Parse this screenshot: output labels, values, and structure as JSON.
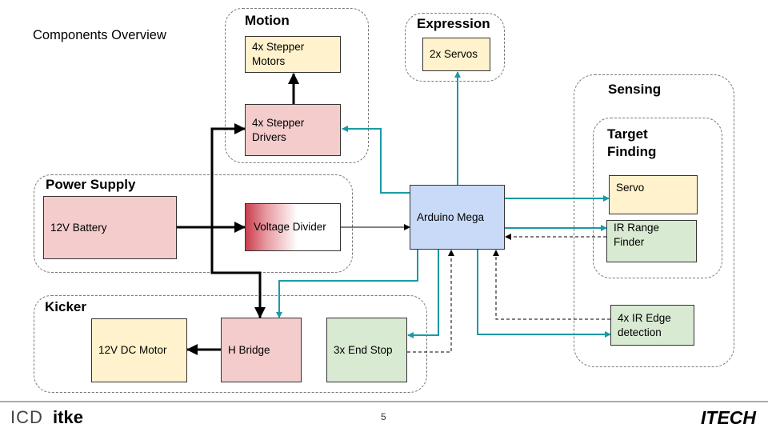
{
  "slide": {
    "title": "Components Overview",
    "page_number": "5"
  },
  "groups": {
    "motion": "Motion",
    "expression": "Expression",
    "sensing": "Sensing",
    "target_finding": "Target Finding",
    "power_supply": "Power Supply",
    "kicker": "Kicker"
  },
  "nodes": {
    "stepper_motors": "4x Stepper Motors",
    "stepper_drivers": "4x Stepper Drivers",
    "servos": "2x Servos",
    "battery": "12V Battery",
    "voltage_divider": "Voltage Divider",
    "arduino": "Arduino Mega",
    "servo": "Servo",
    "ir_range": "IR Range Finder",
    "ir_edge": "4x IR Edge detection",
    "dc_motor": "12V DC Motor",
    "h_bridge": "H Bridge",
    "end_stop": "3x End Stop"
  },
  "footer": {
    "logo_left_a": "ICD",
    "logo_left_b": "itke",
    "logo_right": "ITECH"
  },
  "colors": {
    "signal": "#1a9aa6",
    "power": "#000000",
    "feedback": "#000000",
    "yellow": "#fff2cc",
    "red": "#f4cccc",
    "green": "#d9ead3",
    "blue": "#c9daf8"
  }
}
